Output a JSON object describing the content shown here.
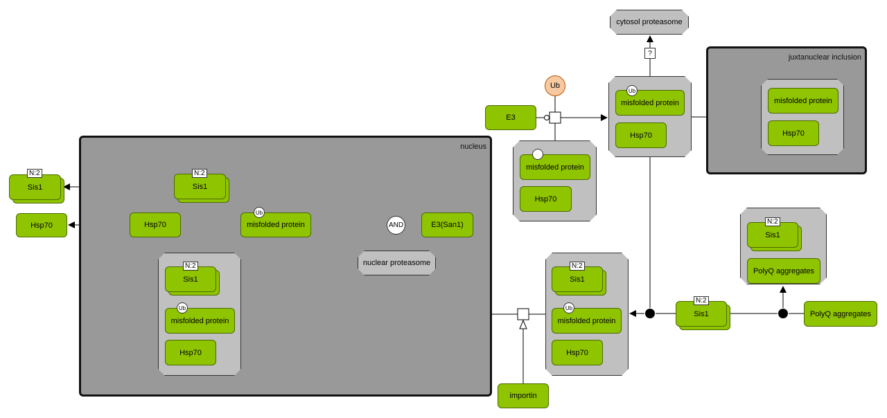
{
  "compartments": {
    "nucleus": "nucleus",
    "juxtanuclear": "juxtanuclear inclusion"
  },
  "nodes": {
    "cytosol_proteasome": "cytosol proteasome",
    "question": "?",
    "ub_small_molecule": "Ub",
    "e3": "E3",
    "sis1_out": "Sis1",
    "sis1_nuc": "Sis1",
    "hsp70_out": "Hsp70",
    "hsp70_nuc": "Hsp70",
    "misfolded_nuc": "misfolded protein",
    "and_operator": "AND",
    "e3_san1": "E3(San1)",
    "nuclear_proteasome": "nuclear proteasome",
    "importin": "importin",
    "sis1_cyto": "Sis1",
    "polyq_aggregates": "PolyQ aggregates",
    "ub_badge": "Ub",
    "multimer_n2": "N:2"
  },
  "complexes": {
    "cyto_top": {
      "misfolded": "misfolded protein",
      "hsp70": "Hsp70"
    },
    "cyto_mid": {
      "misfolded": "misfolded protein",
      "hsp70": "Hsp70"
    },
    "juxta": {
      "misfolded": "misfolded protein",
      "hsp70": "Hsp70"
    },
    "polyq": {
      "sis1": "Sis1",
      "polyq": "PolyQ aggregates"
    },
    "cyto_lower": {
      "sis1": "Sis1",
      "misfolded": "misfolded protein",
      "hsp70": "Hsp70"
    },
    "nuc_lower": {
      "sis1": "Sis1",
      "misfolded": "misfolded protein",
      "hsp70": "Hsp70"
    }
  },
  "colors": {
    "macromolecule": "#8fc400",
    "complex": "#c0c0c0",
    "compartment": "#999999",
    "ub": "#f8c9a0"
  }
}
